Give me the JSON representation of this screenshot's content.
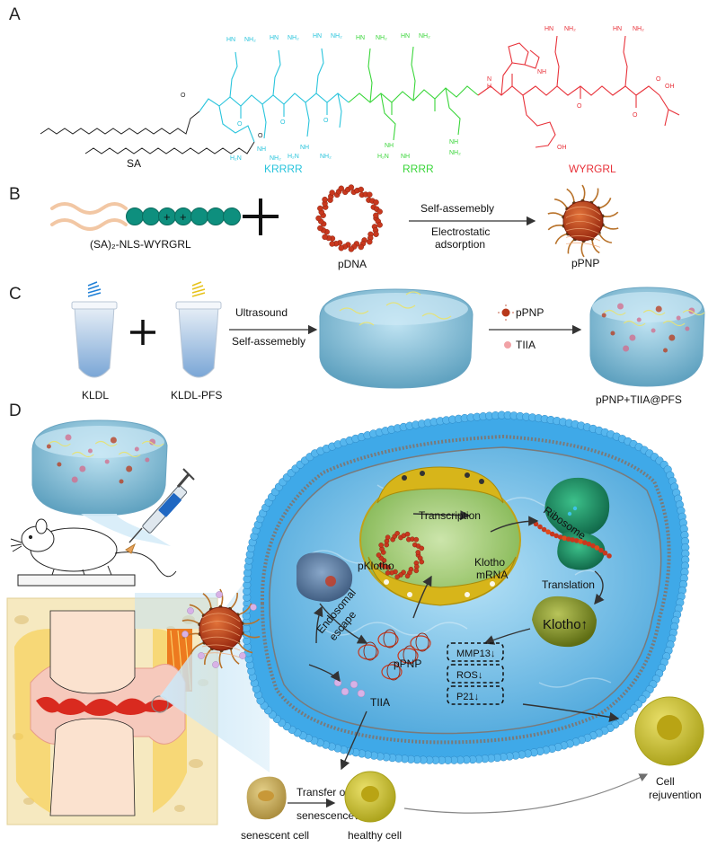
{
  "panels": {
    "a": "A",
    "b": "B",
    "c": "C",
    "d": "D"
  },
  "panel_a": {
    "sa_label": "SA",
    "segments": [
      {
        "label": "KRRRR",
        "color": "#29c4dc"
      },
      {
        "label": "RRRR",
        "color": "#3ad63a"
      },
      {
        "label": "WYRGRL",
        "color": "#e8323a"
      }
    ],
    "atoms": {
      "o": "O",
      "nh": "NH",
      "hn": "HN",
      "nh2": "NH₂",
      "h2n": "H₂N",
      "oh": "OH",
      "n": "N",
      "h": "H"
    }
  },
  "panel_b": {
    "peptide_label": "(SA)₂-NLS-WYRGRL",
    "charge": "+",
    "pdna_label": "pDNA",
    "step_top": "Self-assemebly",
    "step_bottom_1": "Electrostatic",
    "step_bottom_2": "adsorption",
    "product_label": "pPNP"
  },
  "panel_c": {
    "tube1_label": "KLDL",
    "tube2_label": "KLDL-PFS",
    "step_top": "Ultrasound",
    "step_bottom": "Self-assemebly",
    "legend_ppnp": "pPNP",
    "legend_tiia": "TIIA",
    "product_label": "pPNP+TIIA@PFS"
  },
  "panel_d": {
    "labels": {
      "ribosome": "Ribosome",
      "transcription": "Transcription",
      "pklotho": "pKlotho",
      "klotho_mrna_1": "Klotho",
      "klotho_mrna_2": "mRNA",
      "translation": "Translation",
      "klotho_up": "Klotho↑",
      "endosomal_1": "Endosomal",
      "endosomal_2": "escape",
      "ppnp": "pPNP",
      "tiia": "TIIA",
      "cell_1": "Cell",
      "cell_2": "rejuvention",
      "transfer_1": "Transfer of",
      "transfer_2": "senescence↓",
      "senescent": "senescent cell",
      "healthy": "healthy cell"
    },
    "markers": [
      "MMP13↓",
      "ROS↓",
      "P21↓"
    ]
  },
  "colors": {
    "cyan": "#29c4dc",
    "green": "#3ad63a",
    "red": "#e8323a",
    "teal_bead": "#0e8f7e",
    "dna_red": "#c8381e",
    "membrane": "#3fa9e8",
    "hydrogel": "#7fbcd6",
    "nucleus": "#d7b51a",
    "ribosome": "#1f9c6c",
    "klotho": "#8a9a2c"
  }
}
